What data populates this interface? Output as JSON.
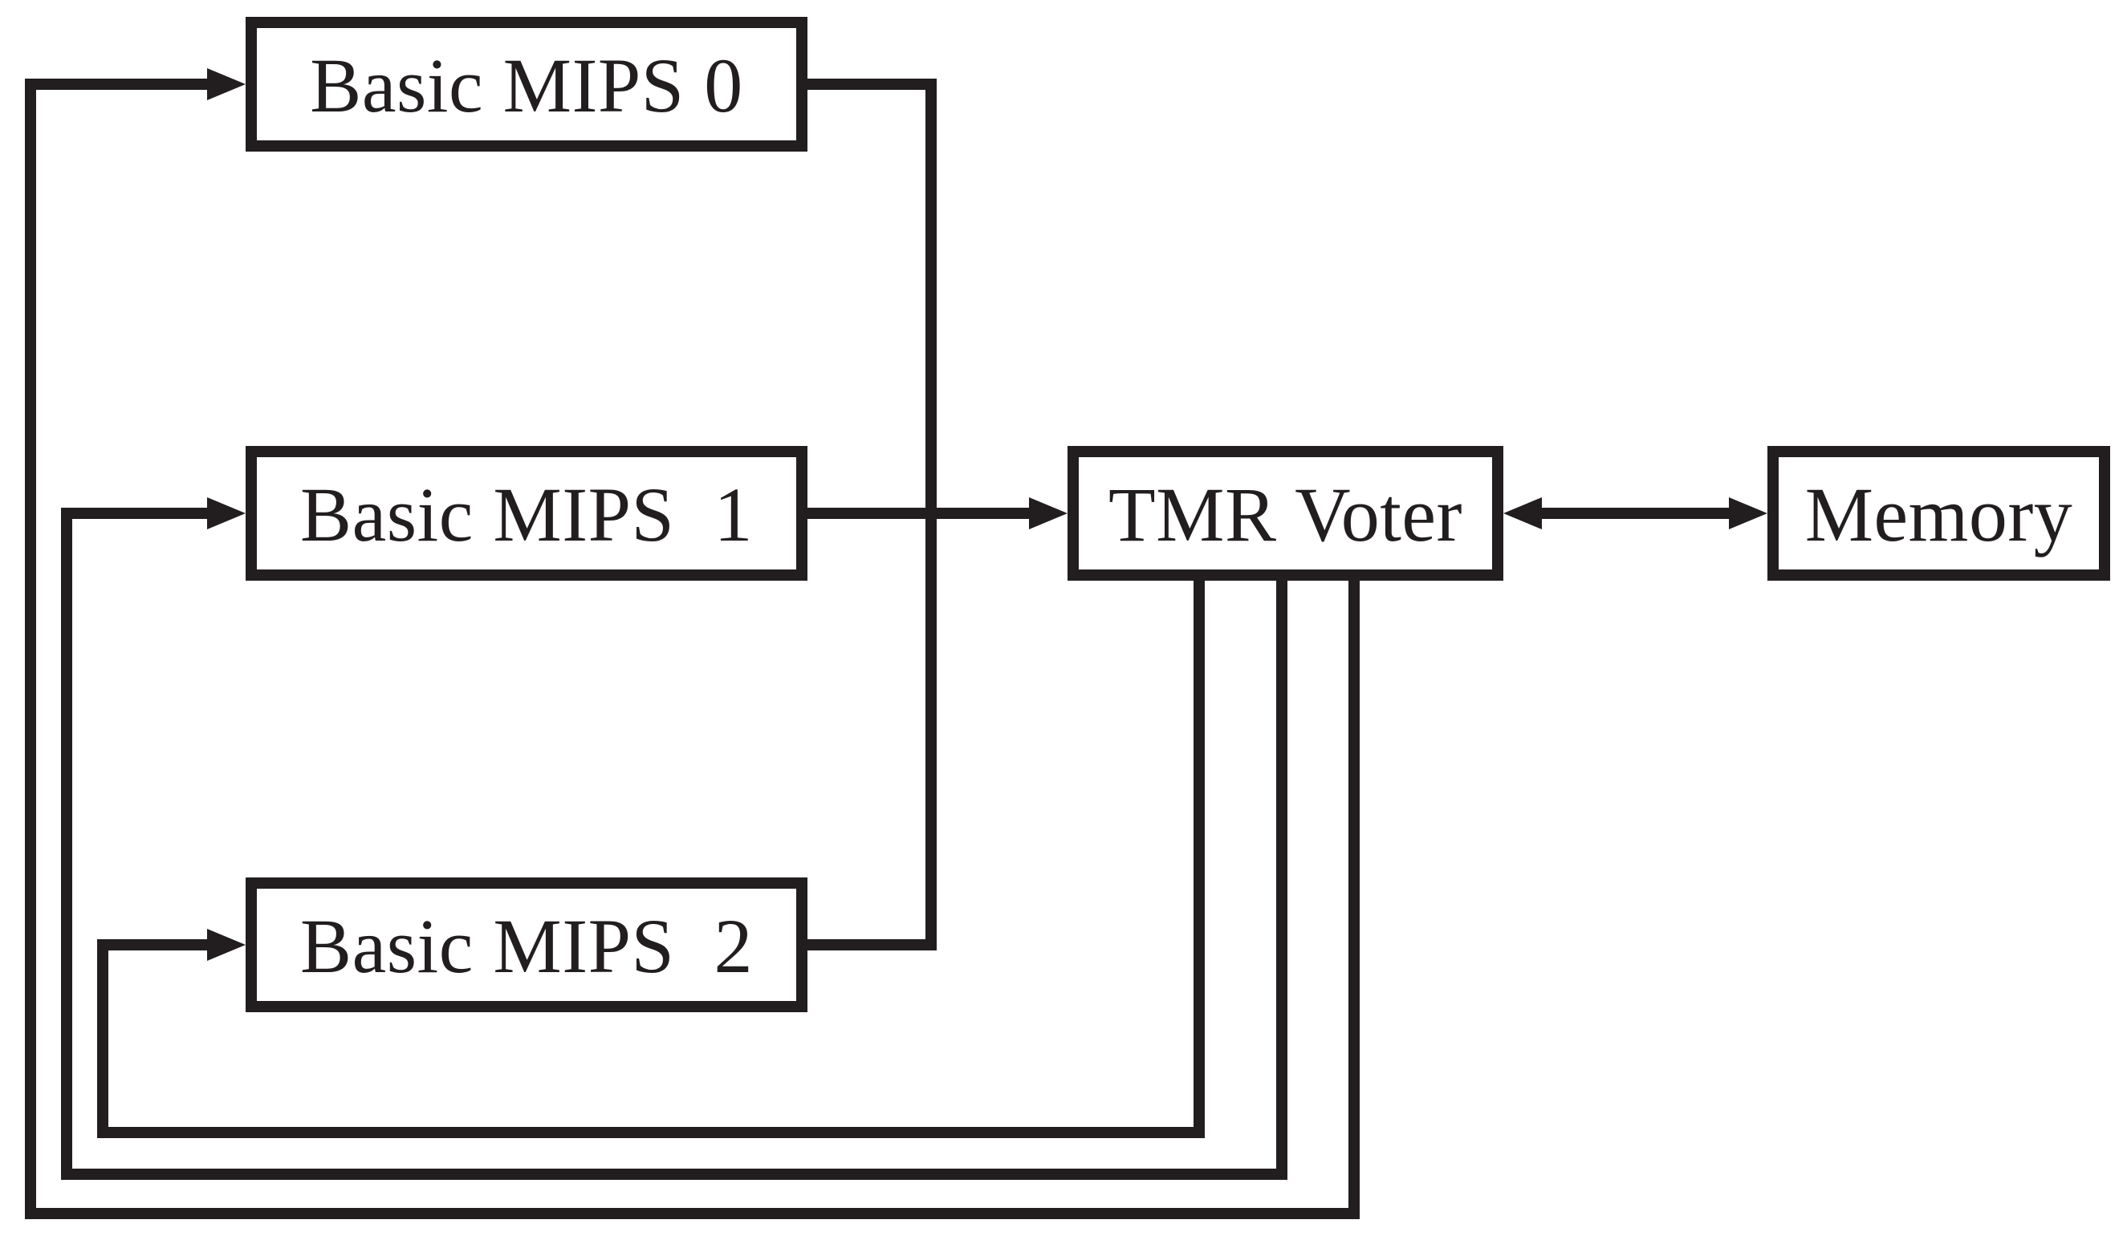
{
  "colors": {
    "ink": "#221e1f",
    "background": "#ffffff"
  },
  "diagram": {
    "type": "block-diagram",
    "nodes": [
      {
        "id": "basic-mips-0",
        "label": "Basic MIPS 0"
      },
      {
        "id": "basic-mips-1",
        "label": "Basic MIPS  1"
      },
      {
        "id": "basic-mips-2",
        "label": "Basic MIPS  2"
      },
      {
        "id": "tmr-voter",
        "label": "TMR Voter"
      },
      {
        "id": "memory",
        "label": "Memory"
      }
    ],
    "edges": [
      {
        "from": "basic-mips-0",
        "to": "tmr-voter",
        "direction": "forward",
        "route": "via shared vertical bus"
      },
      {
        "from": "basic-mips-1",
        "to": "tmr-voter",
        "direction": "forward",
        "route": "straight horizontal arrow"
      },
      {
        "from": "basic-mips-2",
        "to": "tmr-voter",
        "direction": "forward",
        "route": "via shared vertical bus"
      },
      {
        "from": "tmr-voter",
        "to": "memory",
        "direction": "bidirectional",
        "route": "straight horizontal double arrow"
      },
      {
        "from": "tmr-voter",
        "to": "basic-mips-0",
        "direction": "forward",
        "route": "feedback loop around bottom and left, outermost"
      },
      {
        "from": "tmr-voter",
        "to": "basic-mips-1",
        "direction": "forward",
        "route": "feedback loop around bottom and left, middle"
      },
      {
        "from": "tmr-voter",
        "to": "basic-mips-2",
        "direction": "forward",
        "route": "feedback loop around bottom and left, innermost"
      }
    ]
  }
}
